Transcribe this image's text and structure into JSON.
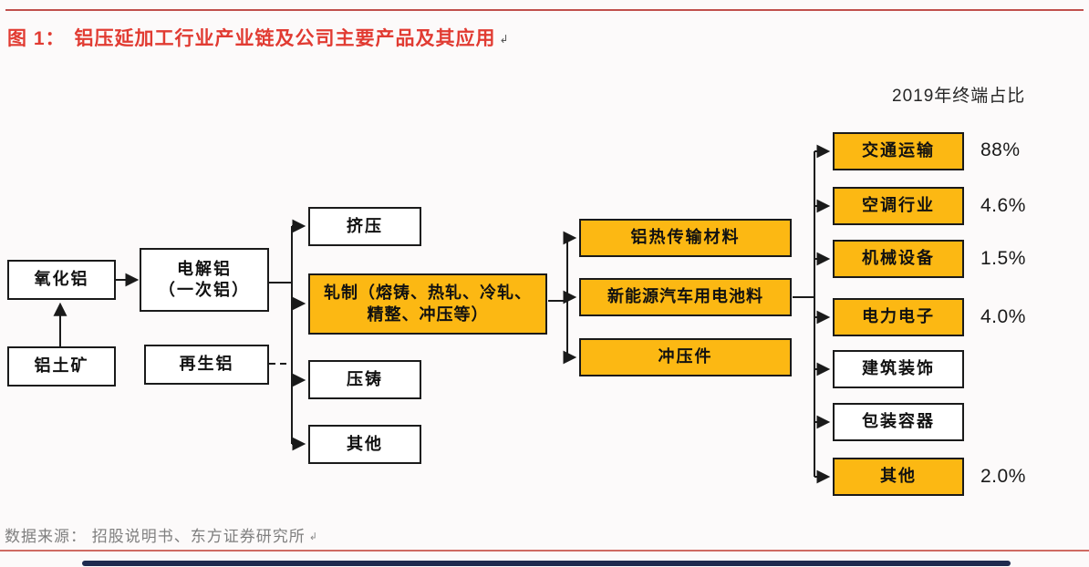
{
  "page": {
    "title_prefix": "图 1：",
    "title": "铝压延加工行业产业链及公司主要产品及其应用",
    "title_mark": "↲",
    "right_header": "2019年终端占比",
    "footer": "数据来源： 招股说明书、东方证券研究所",
    "footer_mark": "↲"
  },
  "colors": {
    "accent_red_title": "#e13b32",
    "rule_red_top": "#c0504d",
    "rule_red_bottom": "#cf6a62",
    "node_highlight_orange": "#fcb813",
    "node_border_black": "#1a1a1a",
    "footer_gray": "#7f7f7f",
    "bottom_bar_navy": "#1e2b4f"
  },
  "diagram": {
    "upstream": {
      "alumina": "氧化铝",
      "bauxite": "铝土矿",
      "electrolytic_line1": "电解铝",
      "electrolytic_line2": "（一次铝）",
      "recycled": "再生铝"
    },
    "processes": [
      {
        "label": "挤压",
        "highlight": false
      },
      {
        "label": "轧制（熔铸、热轧、冷轧、精整、冲压等）",
        "highlight": true
      },
      {
        "label": "压铸",
        "highlight": false
      },
      {
        "label": "其他",
        "highlight": false
      }
    ],
    "products": [
      {
        "label": "铝热传输材料"
      },
      {
        "label": "新能源汽车用电池料"
      },
      {
        "label": "冲压件"
      }
    ],
    "end_markets": [
      {
        "label": "交通运输",
        "share": "88%",
        "highlight": true
      },
      {
        "label": "空调行业",
        "share": "4.6%",
        "highlight": true
      },
      {
        "label": "机械设备",
        "share": "1.5%",
        "highlight": true
      },
      {
        "label": "电力电子",
        "share": "4.0%",
        "highlight": true
      },
      {
        "label": "建筑装饰",
        "share": "",
        "highlight": false
      },
      {
        "label": "包装容器",
        "share": "",
        "highlight": false
      },
      {
        "label": "其他",
        "share": "2.0%",
        "highlight": true
      }
    ]
  }
}
